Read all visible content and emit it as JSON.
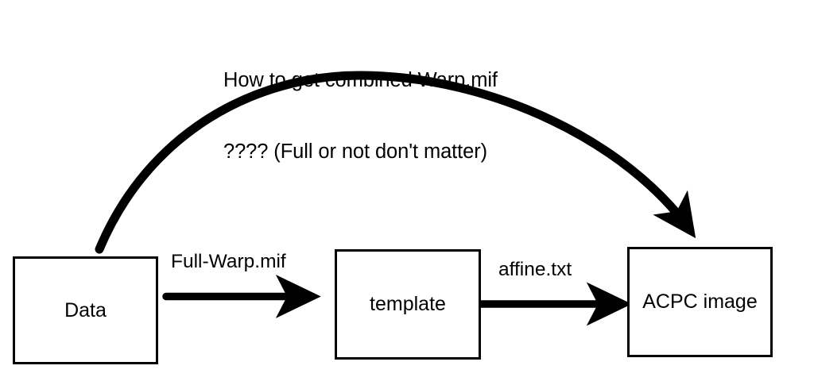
{
  "diagram": {
    "type": "flowchart",
    "background_color": "#ffffff",
    "stroke_color": "#000000",
    "annotation": {
      "name": "question-annotation",
      "lines": [
        "How to get combined Warp.mif",
        "???? (Full or not don't matter)"
      ]
    },
    "nodes": [
      {
        "id": "data",
        "label": "Data"
      },
      {
        "id": "template",
        "label": "template"
      },
      {
        "id": "acpc",
        "label": "ACPC image"
      }
    ],
    "edges": [
      {
        "id": "data-to-template",
        "from": "data",
        "to": "template",
        "label": "Full-Warp.mif",
        "style": "straight"
      },
      {
        "id": "template-to-acpc",
        "from": "template",
        "to": "acpc",
        "label": "affine.txt",
        "style": "straight"
      },
      {
        "id": "data-to-acpc-curve",
        "from": "data",
        "to": "acpc",
        "label": "",
        "style": "curved"
      }
    ]
  }
}
